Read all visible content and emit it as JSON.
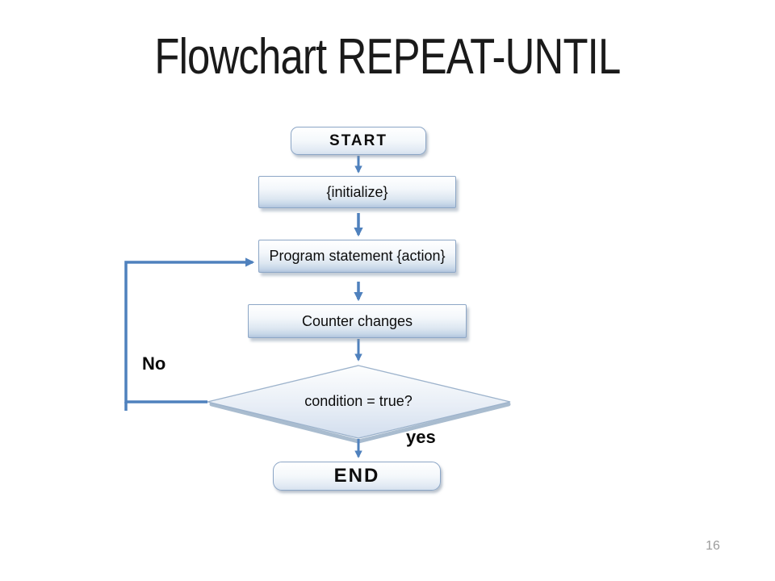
{
  "slide": {
    "title": "Flowchart REPEAT-UNTIL",
    "page_number": "16"
  },
  "flowchart": {
    "nodes": {
      "start": {
        "label": "START",
        "type": "terminator"
      },
      "initialize": {
        "label": "{initialize}",
        "type": "process"
      },
      "action": {
        "label": "Program statement {action}",
        "type": "process"
      },
      "counter": {
        "label": "Counter changes",
        "type": "process"
      },
      "condition": {
        "label": "condition = true?",
        "type": "decision"
      },
      "end": {
        "label": "END",
        "type": "terminator"
      }
    },
    "edges": {
      "no_label": "No",
      "yes_label": "yes"
    },
    "colors": {
      "connector": "#4f81bd",
      "node_border": "#8ca6c6",
      "node_fill_top": "#ffffff",
      "node_fill_bottom": "#b2c5dd",
      "diamond_shadow": "#a9bccf",
      "title_text": "#1a1a1a",
      "page_number": "#9b9b9b"
    }
  }
}
